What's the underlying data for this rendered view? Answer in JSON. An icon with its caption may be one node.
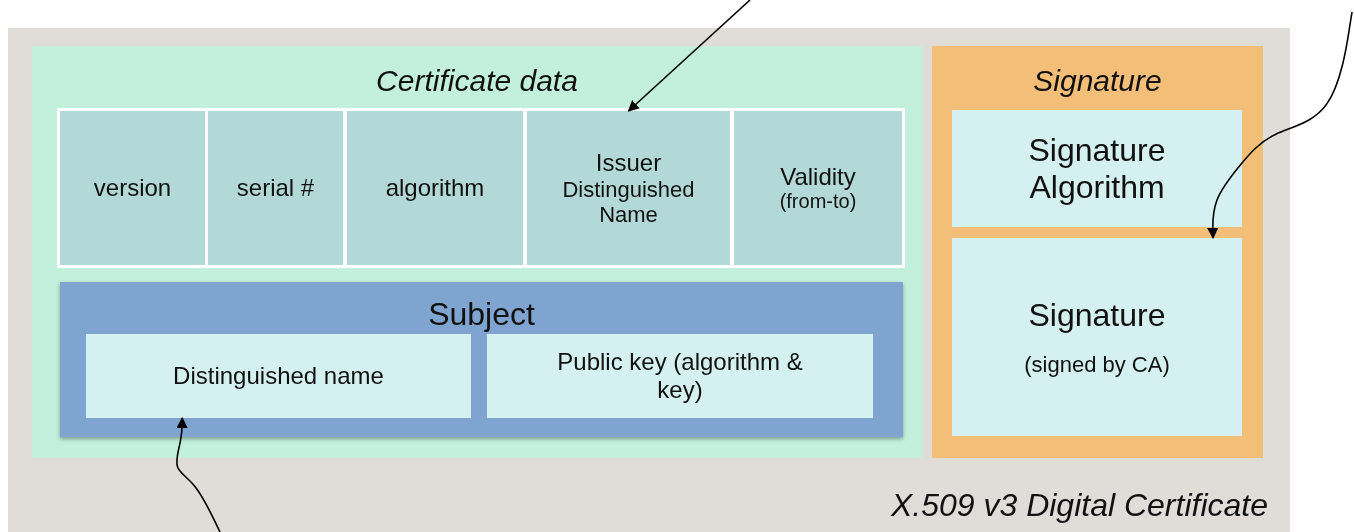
{
  "diagram": {
    "nodes": [
      {
        "text": [
          "X.509 v3 Digital Certificate"
        ]
      },
      {
        "text": [
          "Certificate data"
        ],
        "in": 0
      },
      {
        "text": [
          "version"
        ],
        "in": 1
      },
      {
        "text": [
          "serial #"
        ],
        "in": 1
      },
      {
        "text": [
          "algorithm"
        ],
        "in": 1
      },
      {
        "text": [
          "Issuer",
          "Distinguished Name"
        ],
        "in": 1
      },
      {
        "text": [
          "Validity",
          "(from-to)"
        ],
        "in": 1
      },
      {
        "text": [
          "Subject"
        ],
        "in": 1
      },
      {
        "text": [
          "Distinguished name"
        ],
        "in": 7
      },
      {
        "text": [
          "Public key (algorithm & key)"
        ],
        "in": 7
      },
      {
        "text": [
          "Signature"
        ],
        "in": 0
      },
      {
        "text": [
          "Signature Algorithm"
        ],
        "in": 10
      },
      {
        "text": [
          "Signature",
          "(signed by CA)"
        ],
        "in": 10
      }
    ],
    "edges": [
      {
        "from": null,
        "to": 5,
        "arrow": "to"
      },
      {
        "from": null,
        "to": 12,
        "arrow": "to"
      },
      {
        "from": null,
        "to": 8,
        "arrow": "to"
      }
    ]
  }
}
